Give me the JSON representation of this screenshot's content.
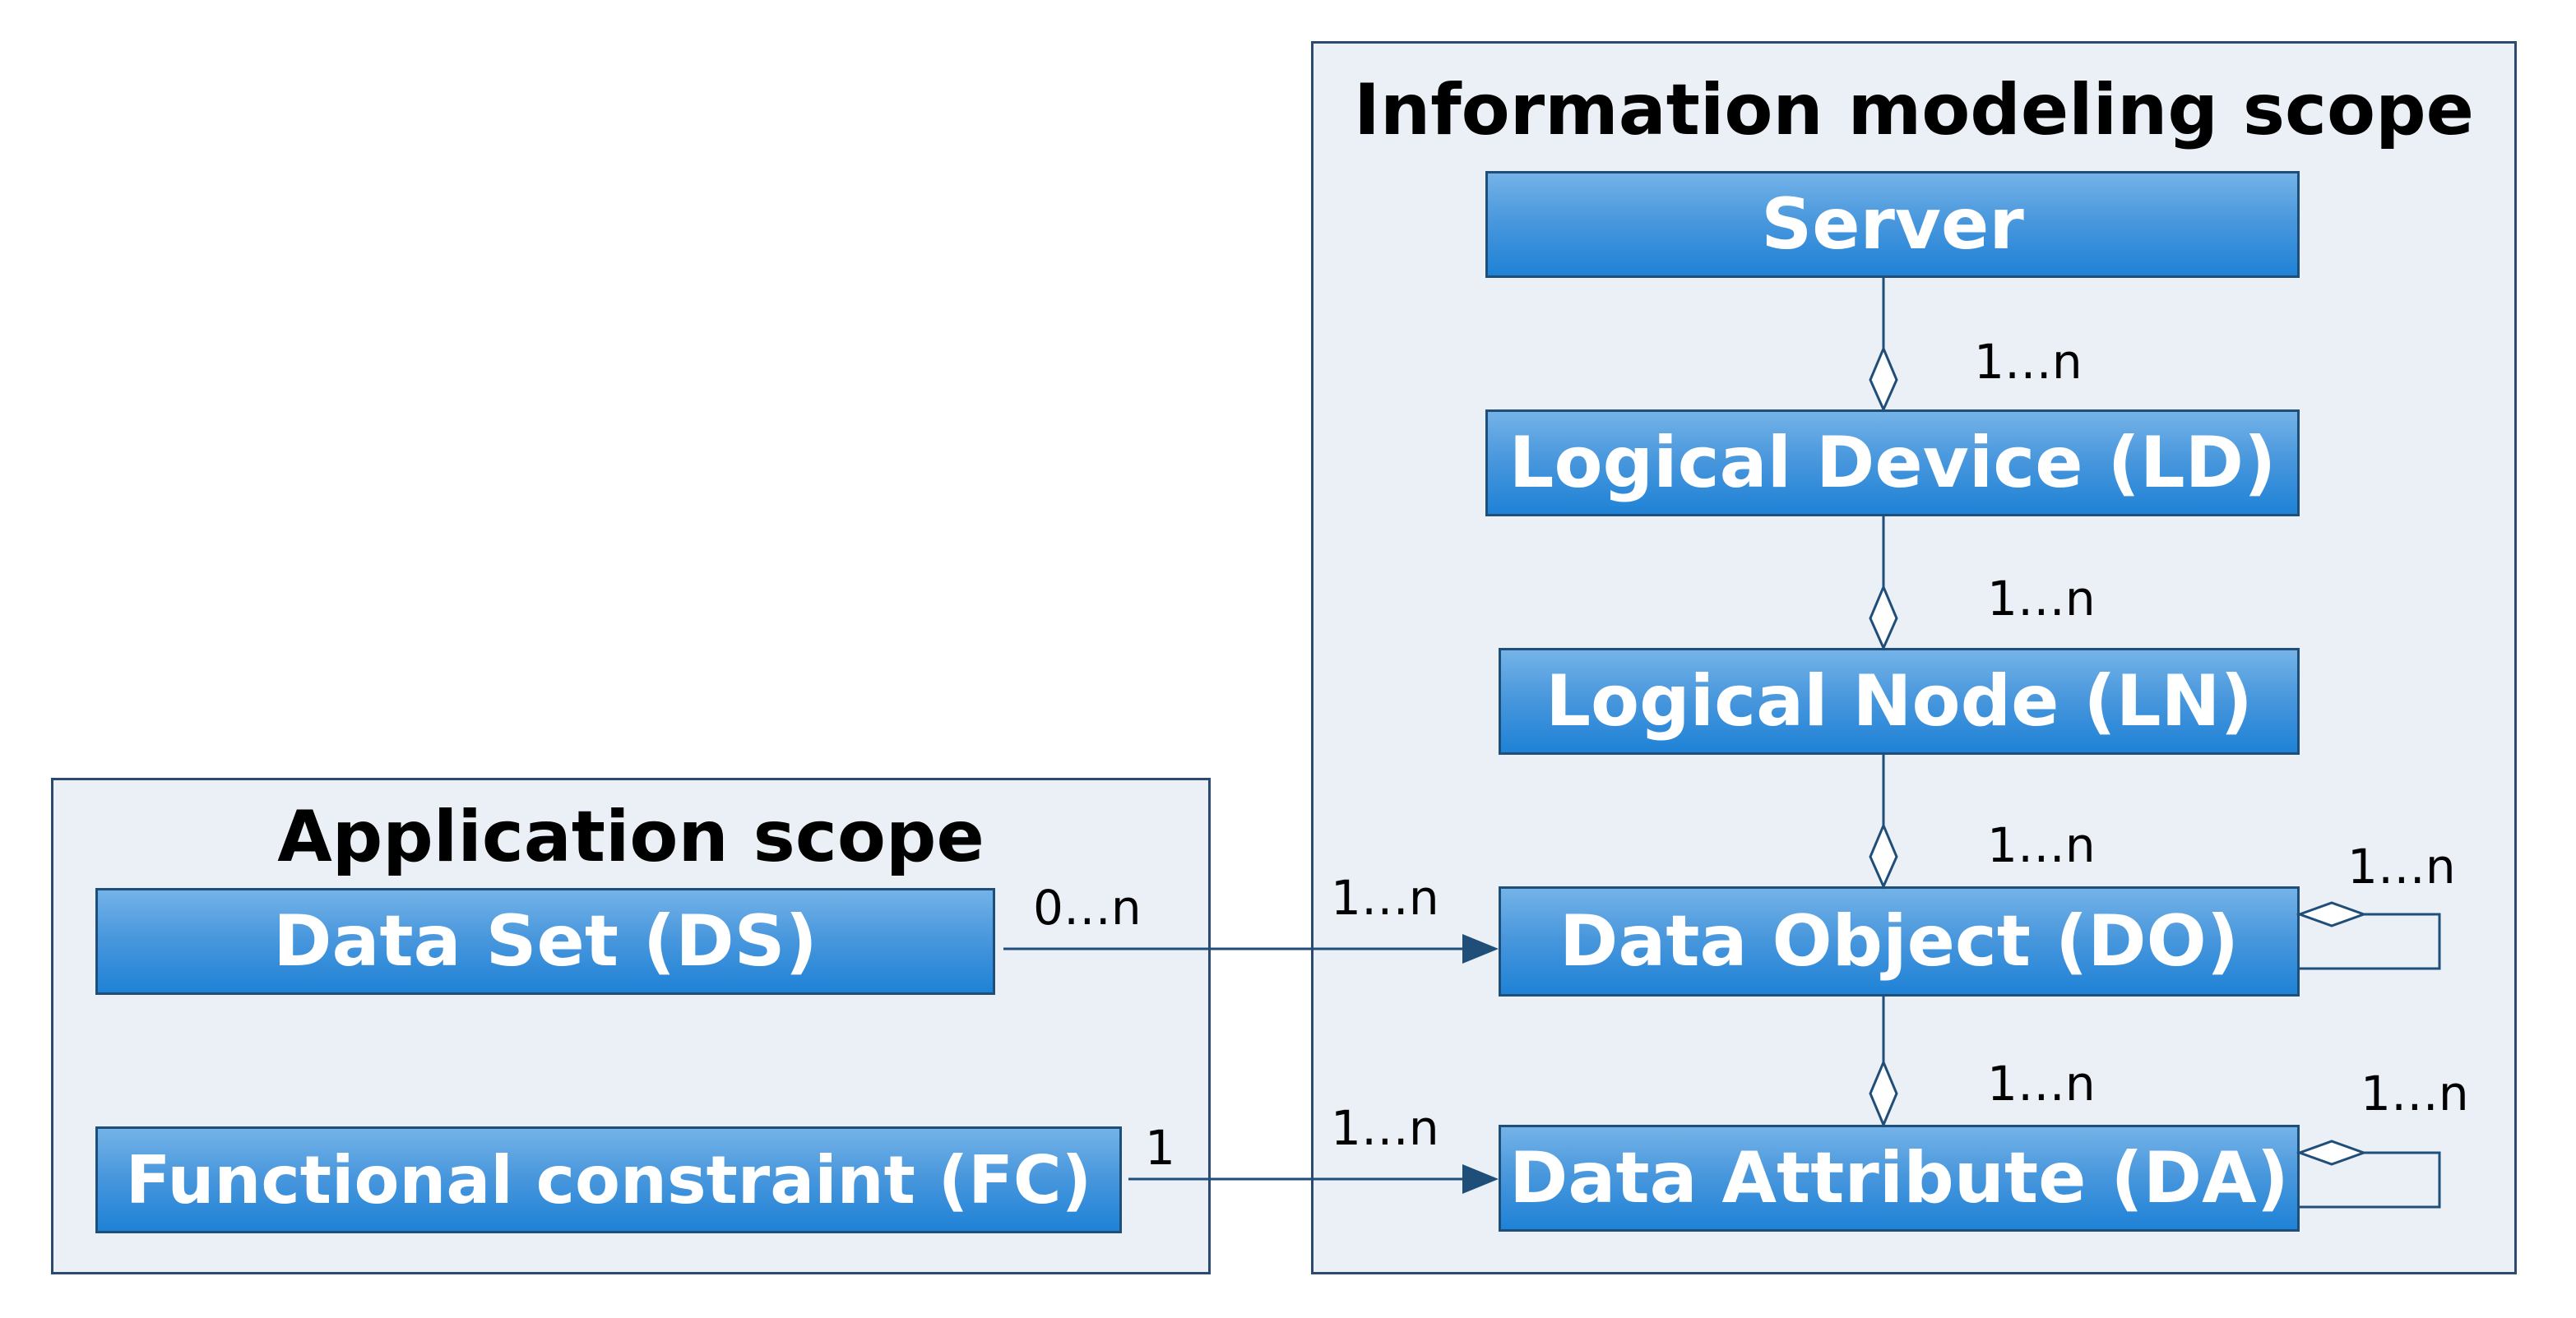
{
  "scopes": {
    "information": {
      "title": "Information modeling scope"
    },
    "application": {
      "title": "Application scope"
    }
  },
  "classes": {
    "server": "Server",
    "logical_device": "Logical Device (LD)",
    "logical_node": "Logical Node (LN)",
    "data_object": "Data Object (DO)",
    "data_attribute": "Data Attribute (DA)",
    "data_set": "Data Set (DS)",
    "functional_constraint": "Functional constraint (FC)"
  },
  "multiplicities": {
    "server_ld": "1…n",
    "ld_ln": "1…n",
    "ln_do": "1…n",
    "do_self": "1…n",
    "do_da": "1…n",
    "da_self": "1…n",
    "ds_source": "0…n",
    "ds_target": "1…n",
    "fc_source": "1",
    "fc_target": "1…n"
  },
  "colors": {
    "box_top": "#74b3e8",
    "box_bottom": "#1f82d6",
    "box_border": "#1f4e79",
    "scope_fill": "#ebf0f7",
    "scope_border": "#2c4a6e",
    "connector": "#1f4e79"
  }
}
